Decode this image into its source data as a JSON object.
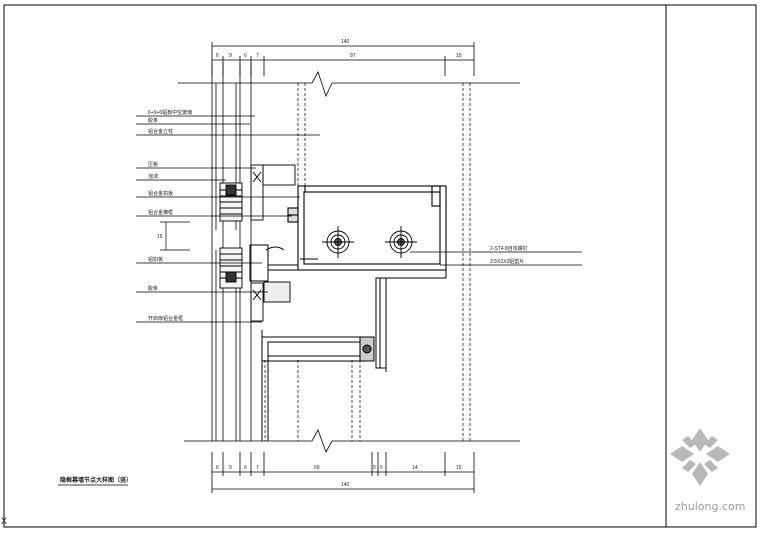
{
  "drawing": {
    "dimensions_top": {
      "overall": "140",
      "segments": [
        "6",
        "9",
        "6",
        "7",
        "97",
        "15"
      ]
    },
    "dimensions_bottom": {
      "overall": "140",
      "segments": [
        "6",
        "9",
        "6",
        "7",
        "69",
        "5",
        "5",
        "14",
        "15"
      ]
    },
    "gap_dimension": "15",
    "labels_left": [
      "6+9+6铝板中空玻璃",
      "胶条",
      "铝合金立柱",
      "压板",
      "泡沫",
      "铝合金扣板",
      "铝合金横框",
      "铝扣板",
      "胶条",
      "开启扇铝合金框"
    ],
    "labels_right": [
      "2-ST4.8自攻螺钉",
      "3.5X3X3铝垫片"
    ],
    "title": "隐框幕墙节点大样图（竖）",
    "corner_mark": "X",
    "watermark": "zhulong.com"
  }
}
